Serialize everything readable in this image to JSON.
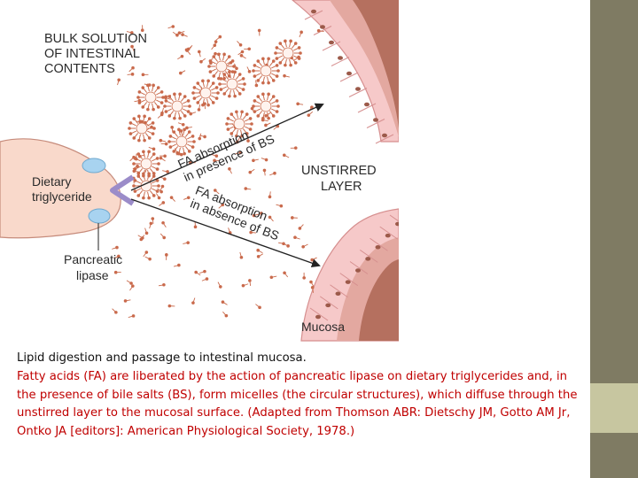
{
  "figure": {
    "labels": {
      "bulk_solution": [
        "BULK SOLUTION",
        "OF INTESTINAL",
        "CONTENTS"
      ],
      "dietary_triglyceride": [
        "Dietary",
        "triglyceride"
      ],
      "pancreatic_lipase": [
        "Pancreatic",
        "lipase"
      ],
      "fa_presence": [
        "FA absorption",
        "in presence of BS"
      ],
      "fa_absence": [
        "FA absorption",
        "in absence of BS"
      ],
      "unstirred_layer": [
        "UNSTIRRED",
        "LAYER"
      ],
      "mucosa": "Mucosa"
    },
    "colors": {
      "mucosa_fill": "#f6c9c9",
      "nucleus_fill": "#b5705f",
      "lipid_droplet": "#f9d9cb",
      "lipase": "#a8d3f0",
      "micelle": "#c96a4c",
      "arrow": "#222222"
    }
  },
  "caption": {
    "title": "Lipid digestion and passage to intestinal mucosa.",
    "body": "Fatty acids (FA) are liberated by the action of pancreatic lipase on dietary triglycerides and, in the presence of bile salts (BS), form micelles (the circular structures), which diffuse through the unstirred layer to the mucosal surface. (Adapted from Thomson ABR: Dietschy JM, Gotto AM Jr, Ontko JA [editors]: American Physiological Society, 1978.)"
  }
}
